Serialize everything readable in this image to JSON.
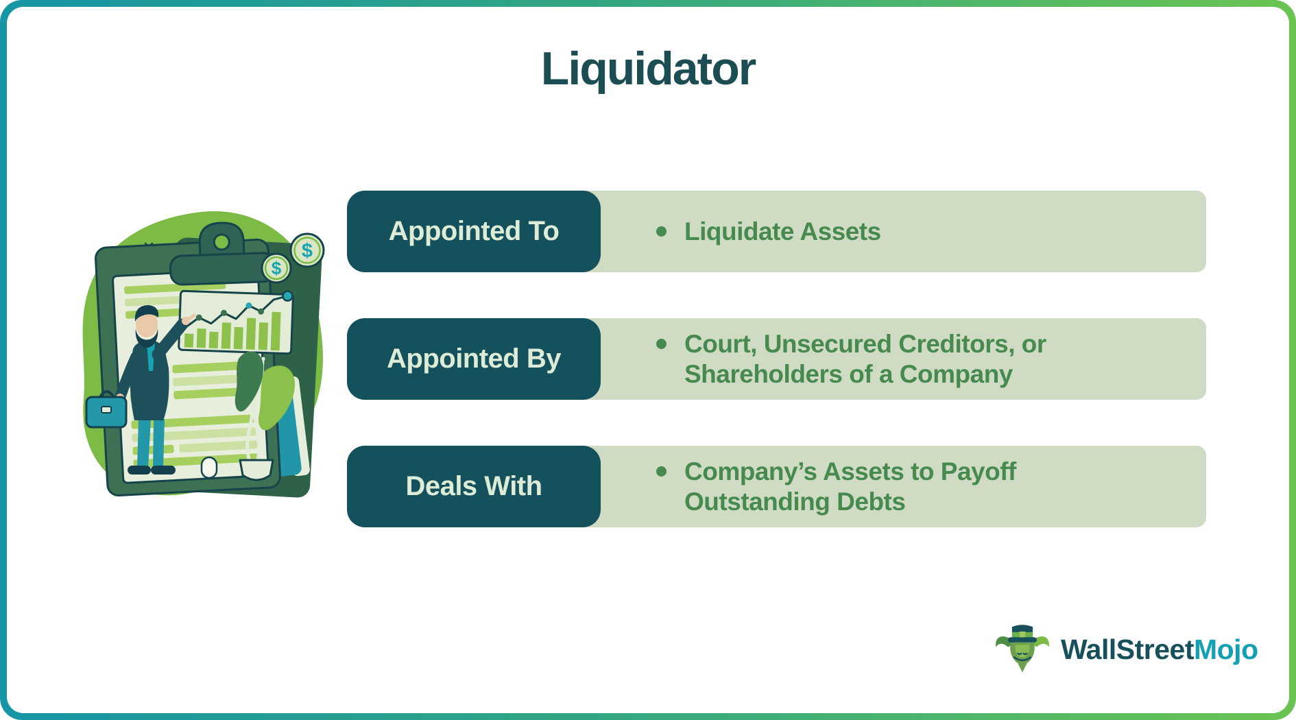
{
  "title": "Liquidator",
  "rows": [
    {
      "label": "Appointed To",
      "text": "Liquidate Assets"
    },
    {
      "label": "Appointed By",
      "text": "Court, Unsecured Creditors, or\nShareholders of a Company"
    },
    {
      "label": "Deals With",
      "text": "Company’s Assets to Payoff\nOutstanding Debts"
    }
  ],
  "logo": {
    "brand_primary": "WallStreet",
    "brand_accent": "Mojo"
  },
  "illustration": {
    "coin_symbol": "$"
  },
  "colors": {
    "frame_gradient_start": "#1695a5",
    "frame_gradient_end": "#6ac452",
    "title_text": "#1b4d53",
    "label_box_bg": "#15515d",
    "label_box_text": "#ddecd6",
    "band_bg": "#cfdcc3",
    "band_text": "#478a50",
    "logo_primary": "#17505a",
    "logo_accent": "#13a0b3",
    "illustration_blob": "#7cbb45"
  }
}
